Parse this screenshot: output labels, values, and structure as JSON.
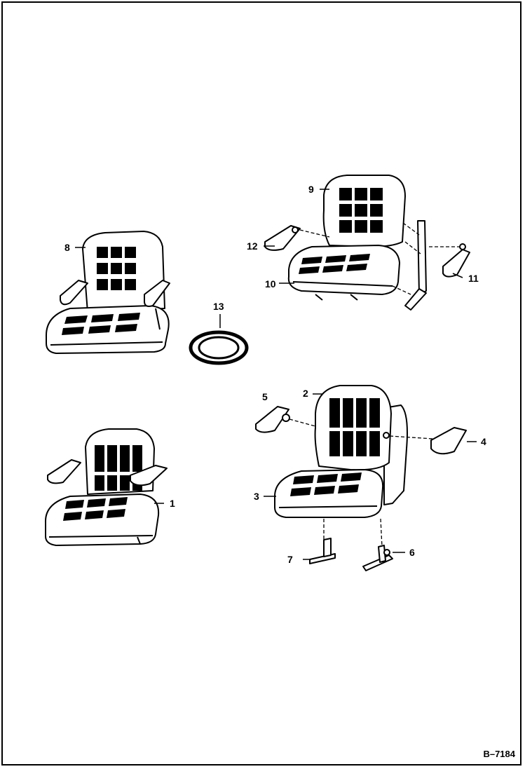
{
  "callouts": {
    "c1": "1",
    "c2": "2",
    "c3": "3",
    "c4": "4",
    "c5": "5",
    "c6": "6",
    "c7": "7",
    "c8": "8",
    "c9": "9",
    "c10": "10",
    "c11": "11",
    "c12": "12",
    "c13": "13"
  },
  "figure_code": "B–7184"
}
